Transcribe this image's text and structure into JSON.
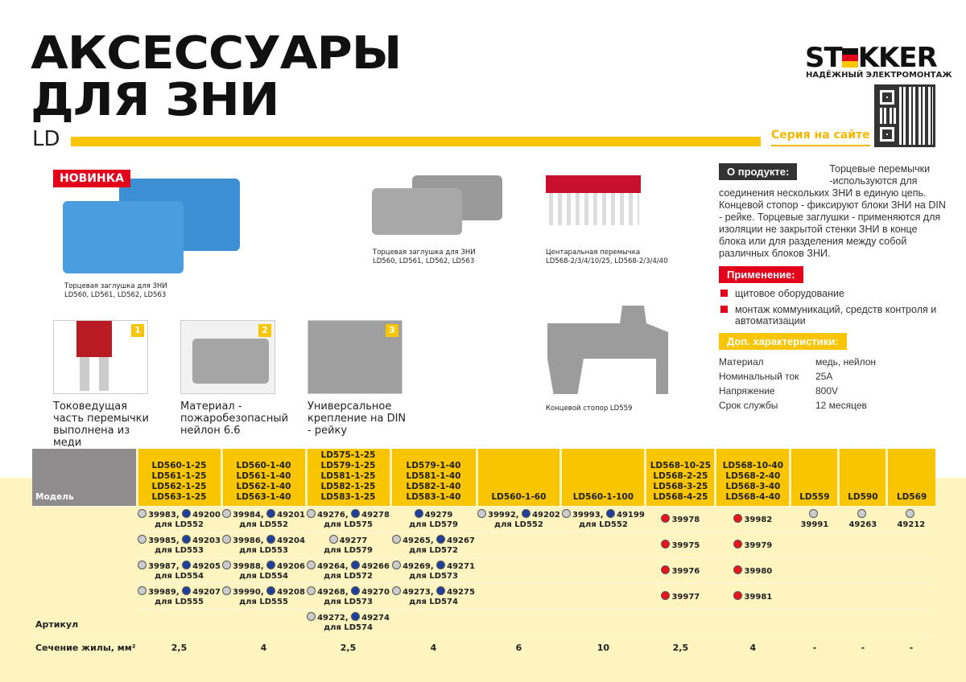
{
  "header": {
    "title_line1": "АКСЕССУАРЫ",
    "title_line2": "ДЛЯ ЗНИ",
    "series": "LD",
    "site_link": "Серия на сайте"
  },
  "brand": {
    "logo": "STEKKER",
    "tagline": "НАДЁЖНЫЙ ЭЛЕКТРОМОНТАЖ"
  },
  "colors": {
    "accent": "#f9c400",
    "red": "#e2001a",
    "dark": "#333333"
  },
  "products": {
    "new_badge": "НОВИНКА",
    "p1_caption": [
      "Торцевая заглушка для ЗНИ",
      "LD560, LD561, LD562, LD563"
    ],
    "p2_caption": [
      "Торцевая заглушка для ЗНИ",
      "LD560, LD561, LD562, LD563"
    ],
    "p3_caption": [
      "Центаральная перемычка",
      "LD568-2/3/4/10/25, LD568-2/3/4/40"
    ],
    "p4_caption": "Концевой стопор LD559"
  },
  "features": [
    {
      "num": "1",
      "text": "Токоведущая часть перемычки выполнена из меди"
    },
    {
      "num": "2",
      "text": "Материал - пожаробезопасный нейлон 6.6"
    },
    {
      "num": "3",
      "text": "Универсальное крепление на DIN - рейку"
    }
  ],
  "about": {
    "heading": "О продукте:",
    "text": "Торцевые перемычки -используются для соединения нескольких ЗНИ в единую цепь. Концевой стопор - фиксируют блоки ЗНИ на DIN - рейке. Торцевые заглушки - применяются для изоляции не закрытой стенки ЗНИ в конце блока или для разделения между собой различных блоков ЗНИ."
  },
  "application": {
    "heading": "Применение:",
    "items": [
      "щитовое оборудование",
      "монтаж коммуникаций, средств контроля и автоматизации"
    ]
  },
  "specs": {
    "heading": "Доп. характеристики:",
    "rows": [
      [
        "Материал",
        "медь, нейлон"
      ],
      [
        "Номинальный ток",
        "25A"
      ],
      [
        "Напряжение",
        "800V"
      ],
      [
        "Срок службы",
        "12 месяцев"
      ]
    ]
  },
  "table": {
    "model_label": "Модель",
    "article_label": "Артикул",
    "section_label": "Сечение жилы, мм²",
    "columns": [
      {
        "models": [
          "LD560-1-25",
          "LD561-1-25",
          "LD562-1-25",
          "LD563-1-25"
        ],
        "section": "2,5",
        "articles": [
          {
            "items": [
              [
                "grey",
                "39983,"
              ],
              [
                "blue",
                "49200"
              ]
            ],
            "for": "для LD552"
          },
          {
            "items": [
              [
                "grey",
                "39985,"
              ],
              [
                "blue",
                "49203"
              ]
            ],
            "for": "для LD553"
          },
          {
            "items": [
              [
                "grey",
                "39987,"
              ],
              [
                "blue",
                "49205"
              ]
            ],
            "for": "для LD554"
          },
          {
            "items": [
              [
                "grey",
                "39989,"
              ],
              [
                "blue",
                "49207"
              ]
            ],
            "for": "для LD555"
          }
        ]
      },
      {
        "models": [
          "LD560-1-40",
          "LD561-1-40",
          "LD562-1-40",
          "LD563-1-40"
        ],
        "section": "4",
        "articles": [
          {
            "items": [
              [
                "grey",
                "39984,"
              ],
              [
                "blue",
                "49201"
              ]
            ],
            "for": "для LD552"
          },
          {
            "items": [
              [
                "grey",
                "39986,"
              ],
              [
                "blue",
                "49204"
              ]
            ],
            "for": "для LD553"
          },
          {
            "items": [
              [
                "grey",
                "39988,"
              ],
              [
                "blue",
                "49206"
              ]
            ],
            "for": "для LD554"
          },
          {
            "items": [
              [
                "grey",
                "39990,"
              ],
              [
                "blue",
                "49208"
              ]
            ],
            "for": "для LD555"
          }
        ]
      },
      {
        "models": [
          "LD575-1-25",
          "LD579-1-25",
          "LD581-1-25",
          "LD582-1-25",
          "LD583-1-25"
        ],
        "section": "2,5",
        "articles": [
          {
            "items": [
              [
                "grey",
                "49276,"
              ],
              [
                "blue",
                "49278"
              ]
            ],
            "for": "для LD575"
          },
          {
            "items": [
              [
                "grey",
                "49277"
              ]
            ],
            "for": "для LD579"
          },
          {
            "items": [
              [
                "grey",
                "49264,"
              ],
              [
                "blue",
                "49266"
              ]
            ],
            "for": "для LD572"
          },
          {
            "items": [
              [
                "grey",
                "49268,"
              ],
              [
                "blue",
                "49270"
              ]
            ],
            "for": "для LD573"
          },
          {
            "items": [
              [
                "grey",
                "49272,"
              ],
              [
                "blue",
                "49274"
              ]
            ],
            "for": "для LD574"
          }
        ]
      },
      {
        "models": [
          "LD579-1-40",
          "LD581-1-40",
          "LD582-1-40",
          "LD583-1-40"
        ],
        "section": "4",
        "articles": [
          {
            "items": [
              [
                "blue",
                "49279"
              ]
            ],
            "for": "для LD579"
          },
          {
            "items": [
              [
                "grey",
                "49265,"
              ],
              [
                "blue",
                "49267"
              ]
            ],
            "for": "для LD572"
          },
          {
            "items": [
              [
                "grey",
                "49269,"
              ],
              [
                "blue",
                "49271"
              ]
            ],
            "for": "для LD573"
          },
          {
            "items": [
              [
                "grey",
                "49273,"
              ],
              [
                "blue",
                "49275"
              ]
            ],
            "for": "для LD574"
          }
        ]
      },
      {
        "models": [
          "LD560-1-60"
        ],
        "section": "6",
        "articles": [
          {
            "items": [
              [
                "grey",
                "39992,"
              ],
              [
                "blue",
                "49202"
              ]
            ],
            "for": "для LD552"
          }
        ]
      },
      {
        "models": [
          "LD560-1-100"
        ],
        "section": "10",
        "articles": [
          {
            "items": [
              [
                "grey",
                "39993,"
              ],
              [
                "blue",
                "49199"
              ]
            ],
            "for": "для LD552"
          }
        ]
      },
      {
        "models": [
          "LD568-10-25",
          "LD568-2-25",
          "LD568-3-25",
          "LD568-4-25"
        ],
        "section": "2,5",
        "articles": [
          {
            "items": [
              [
                "red",
                "39978"
              ]
            ]
          },
          {
            "items": [
              [
                "red",
                "39975"
              ]
            ]
          },
          {
            "items": [
              [
                "red",
                "39976"
              ]
            ]
          },
          {
            "items": [
              [
                "red",
                "39977"
              ]
            ]
          }
        ]
      },
      {
        "models": [
          "LD568-10-40",
          "LD568-2-40",
          "LD568-3-40",
          "LD568-4-40"
        ],
        "section": "4",
        "articles": [
          {
            "items": [
              [
                "red",
                "39982"
              ]
            ]
          },
          {
            "items": [
              [
                "red",
                "39979"
              ]
            ]
          },
          {
            "items": [
              [
                "red",
                "39980"
              ]
            ]
          },
          {
            "items": [
              [
                "red",
                "39981"
              ]
            ]
          }
        ]
      },
      {
        "models": [
          "LD559"
        ],
        "section": "-",
        "articles": [
          {
            "items": [
              [
                "grey",
                "39991"
              ]
            ],
            "stacked": true
          }
        ]
      },
      {
        "models": [
          "LD590"
        ],
        "section": "-",
        "articles": [
          {
            "items": [
              [
                "grey",
                "49263"
              ]
            ],
            "stacked": true
          }
        ]
      },
      {
        "models": [
          "LD569"
        ],
        "section": "-",
        "articles": [
          {
            "items": [
              [
                "grey",
                "49212"
              ]
            ],
            "stacked": true
          }
        ]
      }
    ]
  }
}
